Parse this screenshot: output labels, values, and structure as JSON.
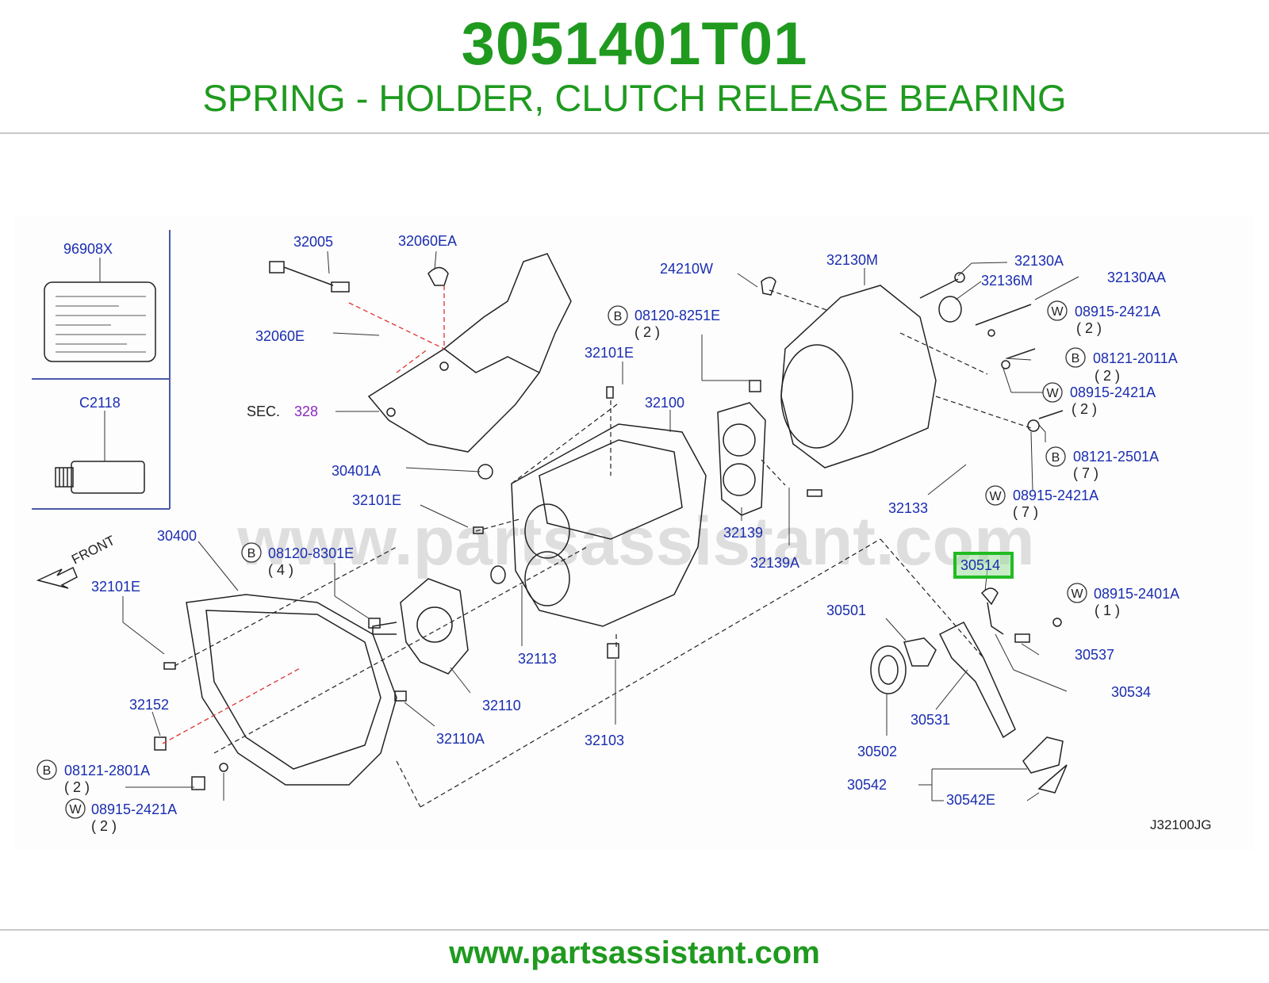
{
  "header": {
    "part_number": "3051401T01",
    "description": "SPRING - HOLDER, CLUTCH RELEASE BEARING"
  },
  "watermark": "www.partsassistant.com",
  "front_label": "FRONT",
  "diagram_code": "J32100JG",
  "highlighted_part": "30514",
  "highlight_color": "#22bb22",
  "callouts": {
    "p96908x": "96908X",
    "pc2118": "C2118",
    "p32005": "32005",
    "p32060ea": "32060EA",
    "p32060e": "32060E",
    "sec": "SEC.",
    "sec_num": "328",
    "p24210w": "24210W",
    "p32130m": "32130M",
    "p32130a": "32130A",
    "p32136m": "32136M",
    "p32130aa": "32130AA",
    "p08120_8251e": "08120-8251E",
    "q2a": "( 2 )",
    "p32101e_a": "32101E",
    "p32100": "32100",
    "p30401a": "30401A",
    "p32101e_b": "32101E",
    "p08915_2421a_a": "08915-2421A",
    "q2b": "( 2 )",
    "p08121_2011a": "08121-2011A",
    "q2c": "( 2 )",
    "p08915_2421a_b": "08915-2421A",
    "q2d": "( 2 )",
    "p08121_2501a": "08121-2501A",
    "q7a": "( 7 )",
    "p08915_2421a_c": "08915-2421A",
    "q7b": "( 7 )",
    "p32133": "32133",
    "p32139": "32139",
    "p32139a": "32139A",
    "p30400": "30400",
    "p08120_8301e": "08120-8301E",
    "q4": "( 4 )",
    "p32101e_c": "32101E",
    "p30514": "30514",
    "p08915_2401a": "08915-2401A",
    "q1": "( 1 )",
    "p30501": "30501",
    "p30537": "30537",
    "p32113": "32113",
    "p32110": "32110",
    "p30534": "30534",
    "p30531": "30531",
    "p32152": "32152",
    "p32110a": "32110A",
    "p32103": "32103",
    "p30502": "30502",
    "p08121_2801a": "08121-2801A",
    "q2e": "( 2 )",
    "p30542": "30542",
    "p30542e": "30542E",
    "p08915_2421a_d": "08915-2421A",
    "q2f": "( 2 )"
  },
  "badges": {
    "b": "B",
    "w": "W"
  },
  "footer": {
    "url": "www.partsassistant.com"
  }
}
